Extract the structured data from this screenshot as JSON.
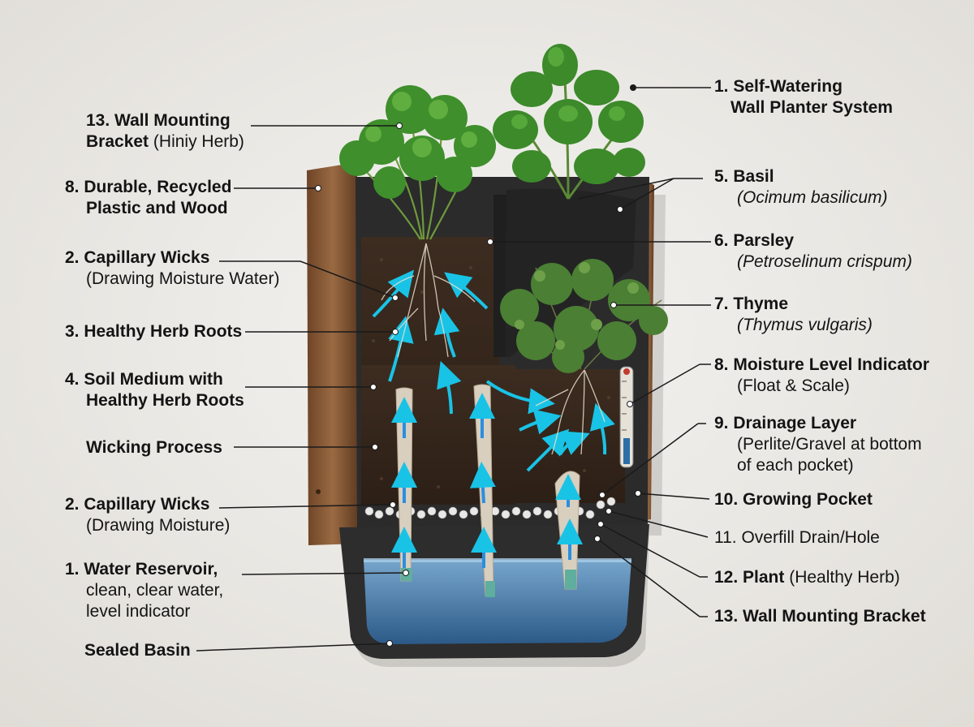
{
  "labels": {
    "sys": {
      "title": "1. Self-Watering",
      "title2": "Wall Planter System"
    },
    "bracket_top": {
      "title": "13. Wall Mounting",
      "title2": "Bracket",
      "note": "(Hiniy Herb)"
    },
    "material": {
      "title": "8. Durable, Recycled",
      "title2": "Plastic and Wood"
    },
    "wicks_a": {
      "title": "2. Capillary Wicks",
      "note": "(Drawing Moisture Water)"
    },
    "roots": {
      "title": "3. Healthy Herb Roots"
    },
    "soil": {
      "title": "4. Soil Medium with",
      "title2": "Healthy Herb Roots"
    },
    "wicking": {
      "title": "Wicking Process"
    },
    "wicks_b": {
      "title": "2. Capillary Wicks",
      "note": "(Drawing Moisture)"
    },
    "reservoir": {
      "title": "1. Water Reservoir,",
      "l2": "clean, clear water,",
      "l3": "level indicator"
    },
    "basin": {
      "title": "Sealed Basin"
    },
    "basil": {
      "title": "5. Basil",
      "latin": "(Ocimum basilicum)"
    },
    "parsley": {
      "title": "6. Parsley",
      "latin": "(Petroselinum crispum)"
    },
    "thyme": {
      "title": "7. Thyme",
      "latin": "(Thymus vulgaris)"
    },
    "moisture": {
      "title": "8. Moisture Level Indicator",
      "note": "(Float & Scale)"
    },
    "drainage": {
      "title": "9. Drainage Layer",
      "l2": "(Perlite/Gravel at bottom",
      "l3": "of each pocket)"
    },
    "pocket": {
      "title": "10. Growing Pocket"
    },
    "overfill": {
      "title": "11. Overfill Drain/Hole"
    },
    "plant": {
      "title": "12. Plant",
      "note": "(Healthy Herb)"
    },
    "bracket_bottom": {
      "title": "13. Wall Mounting Bracket"
    }
  },
  "colors": {
    "wood": "#8a5a35",
    "soil": "#3a2a1e",
    "water": "#3d7fb8",
    "arrow": "#19c3e6",
    "wick_arrow": "#2a8fe0",
    "leaf": "#3f8f2c",
    "casing": "#2b2b2b"
  }
}
